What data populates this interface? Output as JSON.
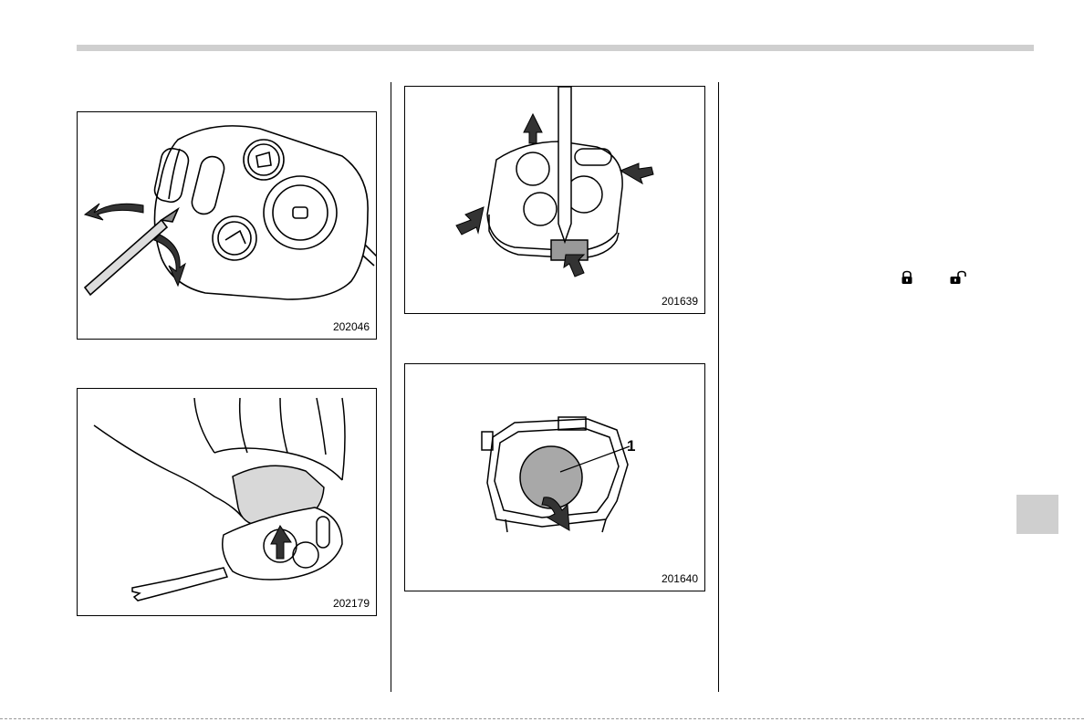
{
  "figures": [
    {
      "id": "fig1",
      "number": "202046"
    },
    {
      "id": "fig2",
      "number": "202179"
    },
    {
      "id": "fig3",
      "number": "201639"
    },
    {
      "id": "fig4",
      "number": "201640",
      "callout": "1"
    }
  ],
  "icons": {
    "lock": "lock-icon",
    "unlock": "unlock-icon"
  },
  "colors": {
    "header_bar": "#cfcfcf",
    "tab": "#cfcfcf",
    "battery": "#a8a8a8",
    "arrow": "#333333"
  }
}
